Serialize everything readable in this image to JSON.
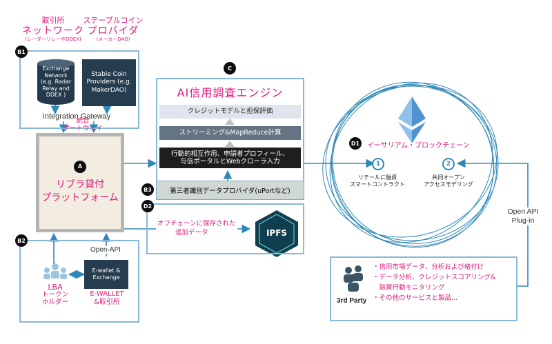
{
  "top_labels": {
    "exchange": {
      "line1": "取引所",
      "line2": "ネットワーク",
      "line3": "(レーダーリレーやDDEX)"
    },
    "stablecoin": {
      "line1": "ステーブルコイン",
      "line2": "プロバイダ",
      "line3": "(メーカーDAO)"
    }
  },
  "b1": {
    "badge": "B1",
    "exchange_network": "Exchange Network (e.g. Radar Relay and DDEX )",
    "stable_coin": "Stable Coin Providers (e.g. MakerDAO)",
    "gateway_en": "Integration Gateway",
    "gateway_jp1": "統合",
    "gateway_jp2": "ゲートウェイ"
  },
  "a": {
    "badge": "A",
    "line1": "リブラ貸付",
    "line2": "プラットフォーム"
  },
  "b2": {
    "badge": "B2",
    "open_api": "Open-API",
    "ewallet": "E-wallet & Exchange",
    "lba_en": "LBA",
    "lba_jp1": "トークン",
    "lba_jp2": "ホルダー",
    "ew_jp1": "E-WALLET",
    "ew_jp2": "&取引所"
  },
  "c": {
    "badge": "C",
    "title": "AI信用調査エンジン",
    "layer1": "クレジットモデルと担保評価",
    "layer2": "ストリーミング&MapReduce計算",
    "layer3_line1": "行動的相互作用、申請者プロフィール、",
    "layer3_line2": "与信ポータルとWebクローラ入力"
  },
  "b3": {
    "badge": "B3",
    "label": "第三者識別データプロバイダ(uPortなど)"
  },
  "d2": {
    "badge": "D2",
    "line1": "オフチェーンに保存された",
    "line2": "追加データ",
    "ipfs": "IPFS"
  },
  "d1": {
    "badge": "D1",
    "label": "イーサリアム・ブロックチェーン",
    "node1_num": "1",
    "node1_line1": "リテールに融資",
    "node1_line2": "スマートコントラクト",
    "node2_num": "2",
    "node2_line1": "共同オープン",
    "node2_line2": "アクセスモデリング"
  },
  "open_api_plugin": {
    "line1": "Open API",
    "line2": "Plug-in"
  },
  "third_party": {
    "label": "3rd Party",
    "items": [
      "・信用市場データ、分析および格付け",
      "・データ分析、クレジットスコアリング&",
      "　融資行動モニタリング",
      "・その他のサービスと製品..."
    ]
  },
  "colors": {
    "accent_pink": "#e0177d",
    "line_blue": "#2e88b8",
    "box_border": "#87b8d9",
    "dark_navy": "#263d4f",
    "platform_fill": "#f2ede0",
    "eth_blue": "#5b9fd6"
  },
  "icons": [
    "database-icon",
    "people-icon",
    "ipfs-cube-icon",
    "ethereum-icon",
    "team-icon",
    "arrow-icon"
  ]
}
